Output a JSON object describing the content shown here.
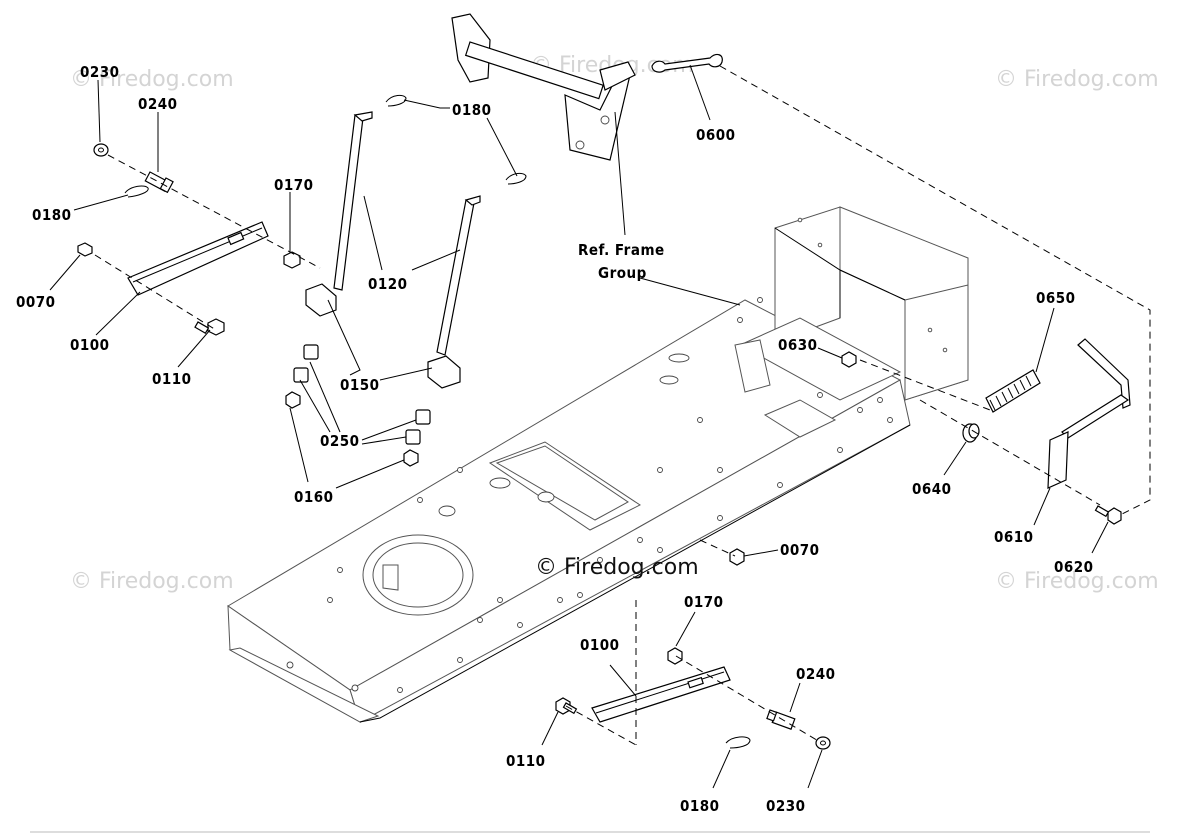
{
  "watermarks": {
    "small": "© Firedog.com",
    "main": "© Firedog.com"
  },
  "labels": {
    "l0230_top": "0230",
    "l0240_top": "0240",
    "l0180_left": "0180",
    "l0170_top": "0170",
    "l0070_left": "0070",
    "l0100_left": "0100",
    "l0110_left": "0110",
    "l0180_top": "0180",
    "l0120": "0120",
    "l0150": "0150",
    "l0250": "0250",
    "l0160": "0160",
    "l0600": "0600",
    "ref_frame_line1": "Ref. Frame",
    "ref_frame_line2": "Group",
    "l0650": "0650",
    "l0630": "0630",
    "l0640": "0640",
    "l0610": "0610",
    "l0620": "0620",
    "l0070_mid": "0070",
    "l0170_bottom": "0170",
    "l0100_bottom": "0100",
    "l0240_bottom": "0240",
    "l0110_bottom": "0110",
    "l0230_bottom": "0230",
    "l0180_bottom": "0180"
  }
}
